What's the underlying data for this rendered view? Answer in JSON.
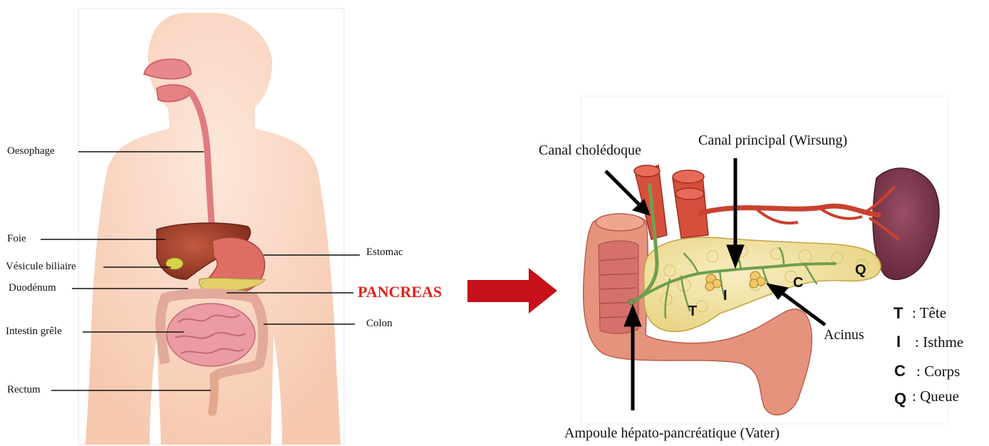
{
  "body_labels": {
    "oesophage": "Oesophage",
    "foie": "Foie",
    "vesicule": "Vésicule biliaire",
    "duodenum": "Duodénum",
    "intestin": "Intestin grêle",
    "rectum": "Rectum",
    "estomac": "Estomac",
    "colon": "Colon"
  },
  "highlight": {
    "text": "PANCREAS",
    "color": "#e0241b"
  },
  "arrow_color": "#c8101a",
  "pancreas_labels": {
    "canal_choledoque": "Canal cholédoque",
    "canal_principal": "Canal principal (Wirsung)",
    "acinus": "Acinus",
    "ampoule": "Ampoule hépato-pancréatique (Vater)"
  },
  "region_letters": {
    "t": "T",
    "i": "I",
    "c": "C",
    "q": "Q"
  },
  "legend": [
    {
      "letter": "T",
      "text": ": Tête"
    },
    {
      "letter": "I",
      "text": ": Isthme"
    },
    {
      "letter": "C",
      "text": ": Corps"
    },
    {
      "letter": "Q",
      "text": ": Queue"
    }
  ],
  "colors": {
    "skin": "#f9d2bd",
    "liver": "#a8402b",
    "stomach": "#d9695f",
    "intestine": "#e99aa0",
    "colon": "#e8a58a",
    "pancreas": "#f3e3a0",
    "duct": "#7aa659",
    "spleen": "#7b3a4f"
  }
}
